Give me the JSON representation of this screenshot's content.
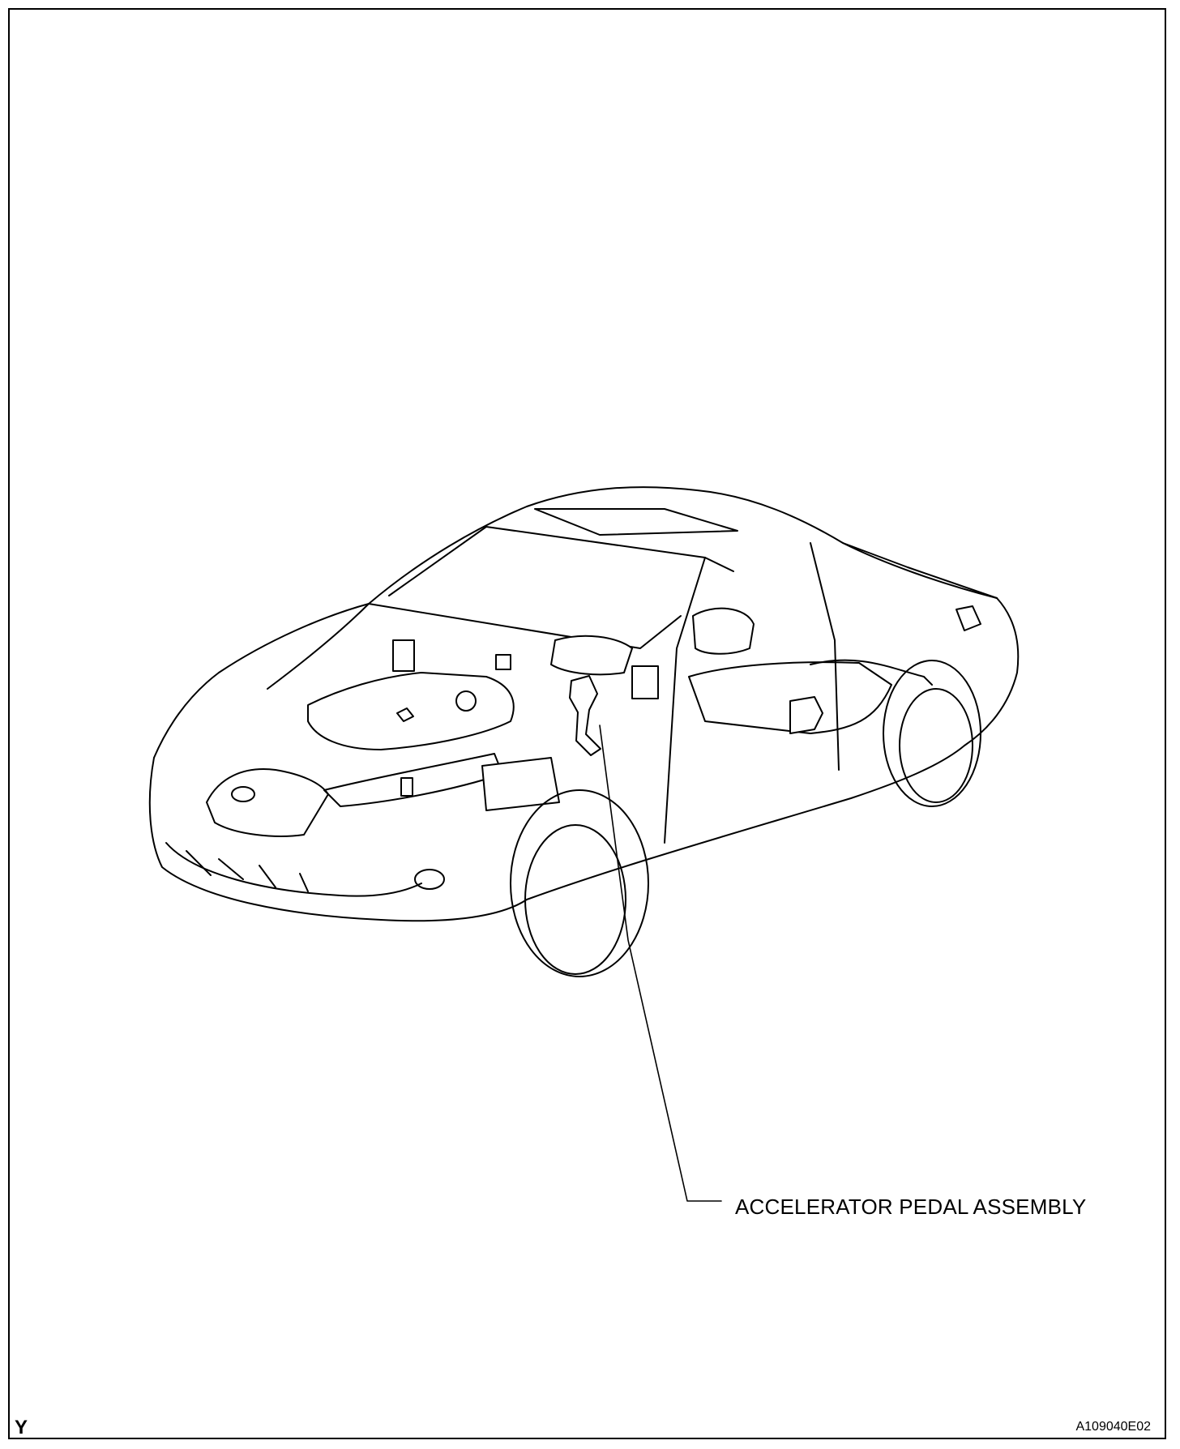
{
  "diagram": {
    "callouts": [
      {
        "id": "accelerator",
        "label": "ACCELERATOR PEDAL ASSEMBLY"
      }
    ],
    "corner_left_mark": "Y",
    "figure_code": "A109040E02",
    "colors": {
      "ink": "#000000",
      "paper": "#ffffff"
    }
  }
}
